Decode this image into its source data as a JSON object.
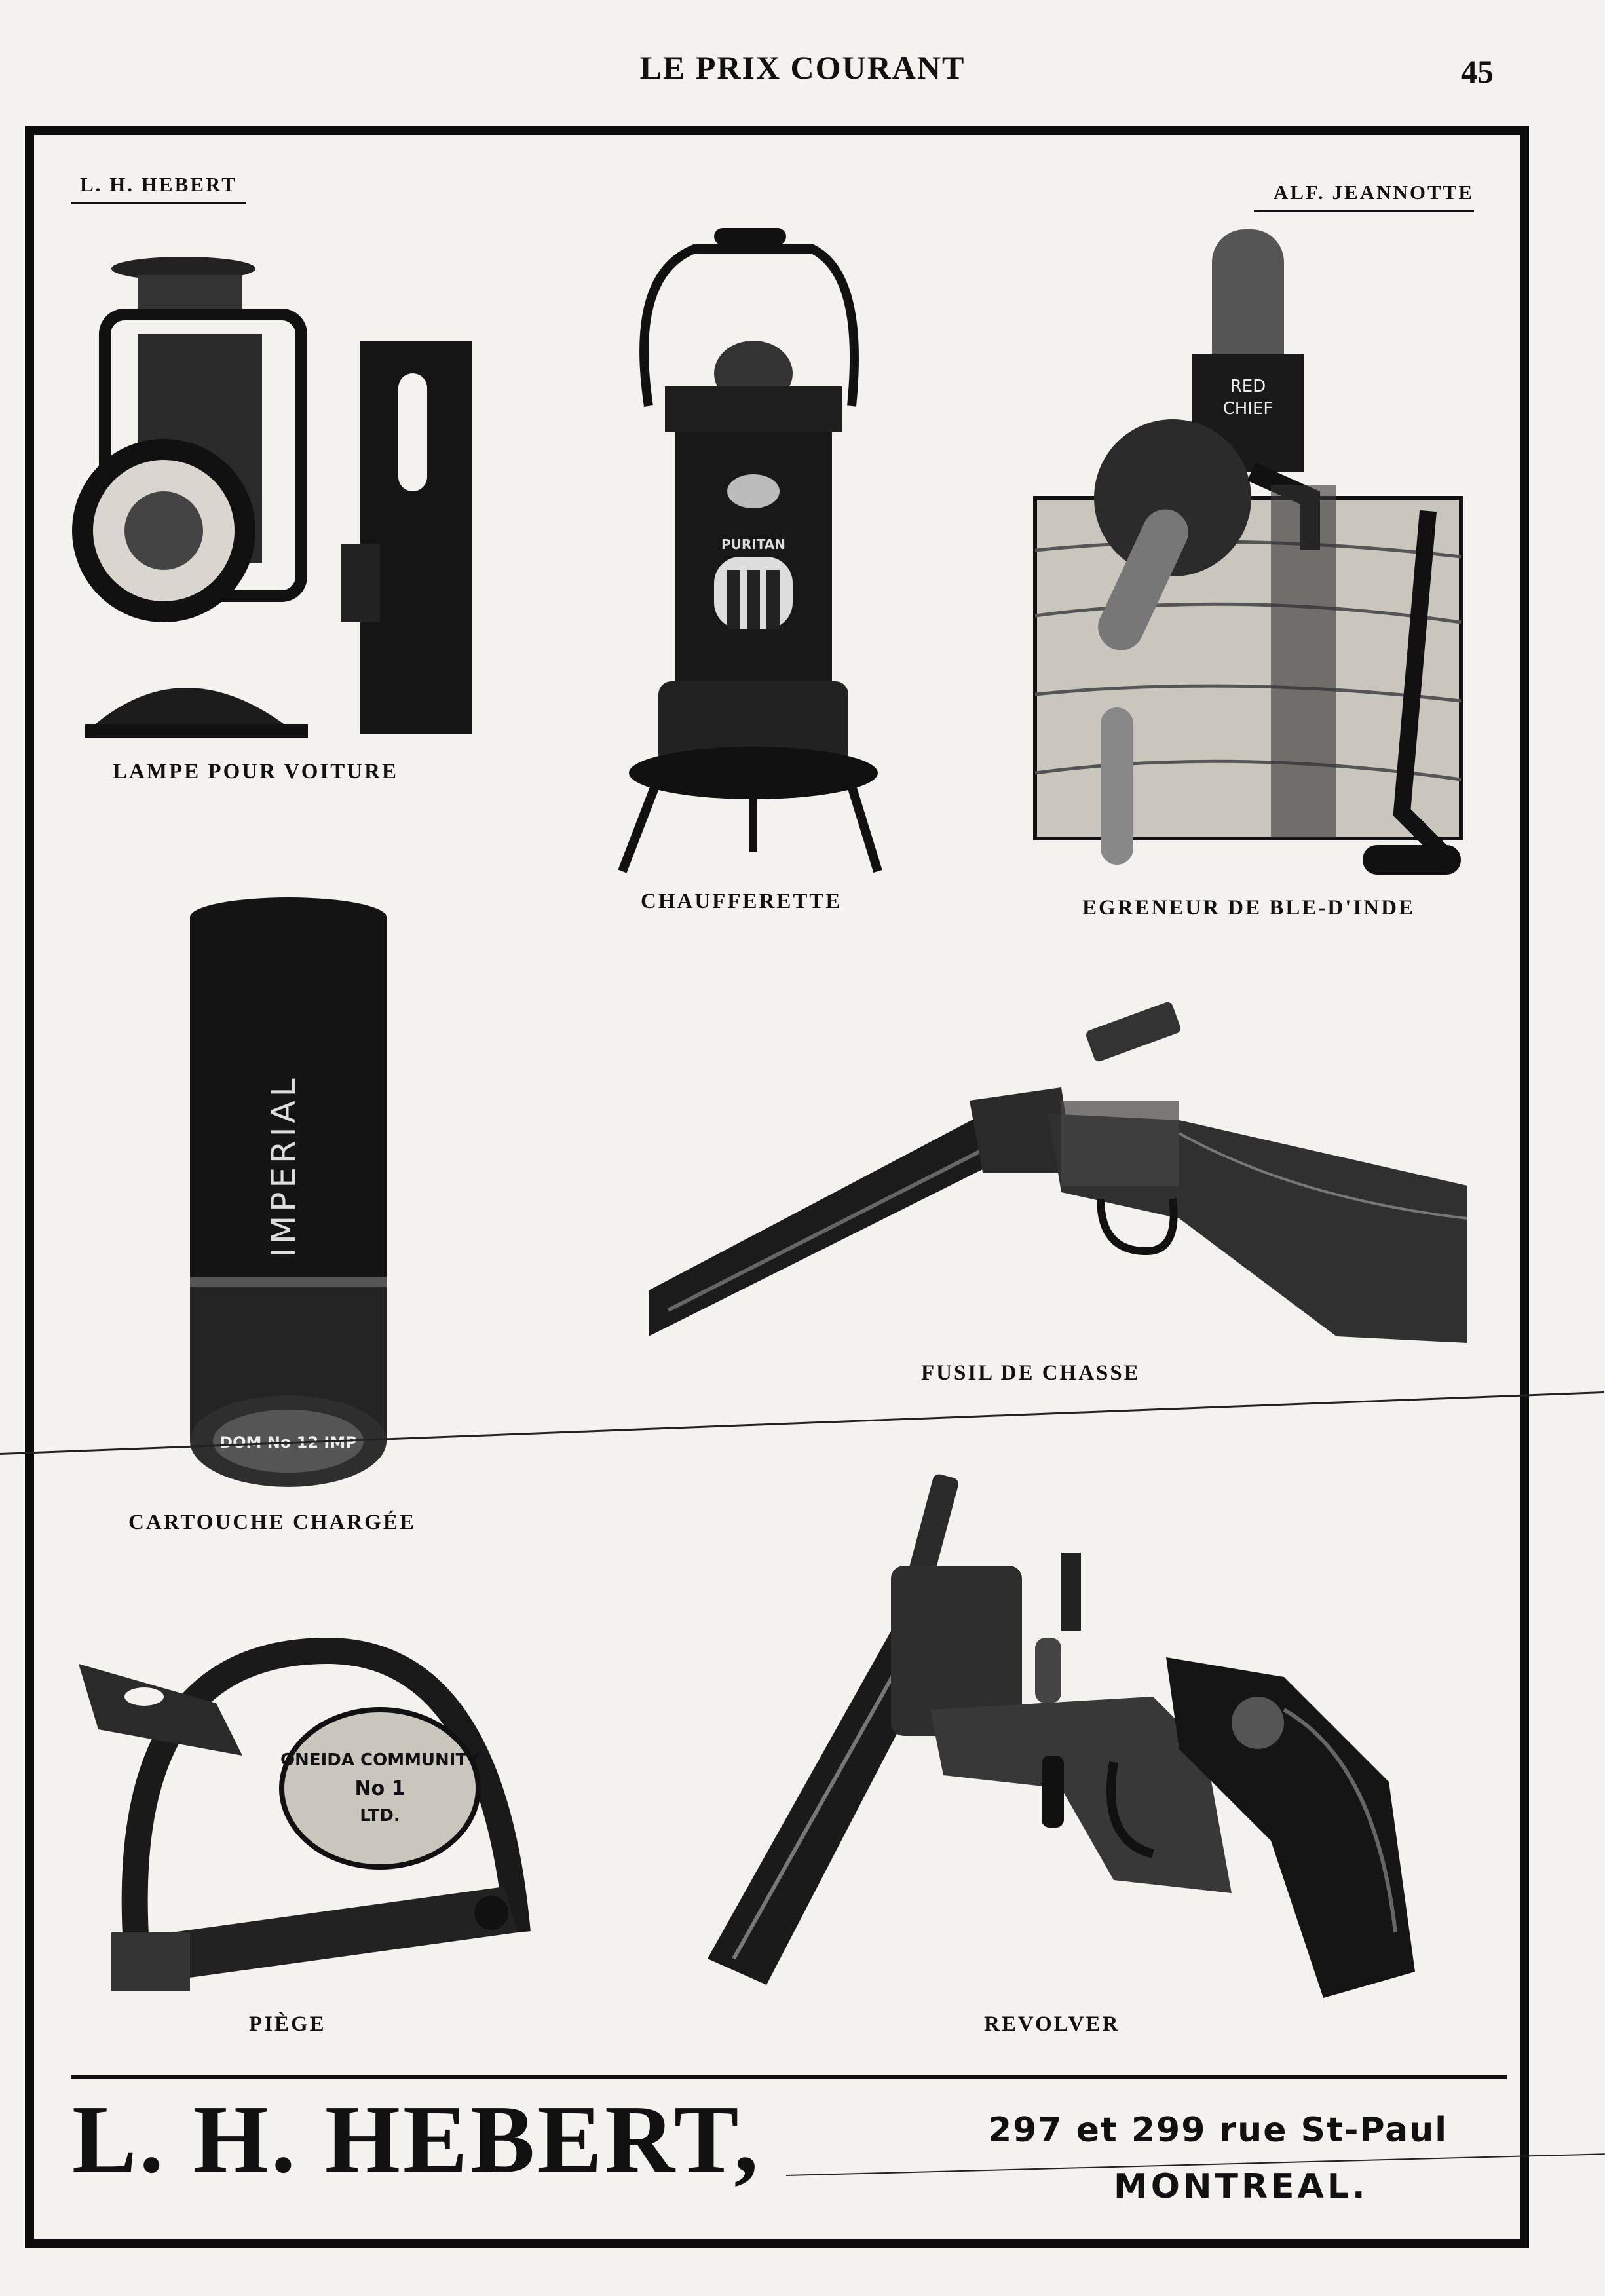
{
  "header": {
    "title": "LE PRIX COURANT",
    "page_number": "45"
  },
  "bylines": {
    "left": "L. H. HEBERT",
    "right": "ALF. JEANNOTTE"
  },
  "items": {
    "lamp": {
      "caption": "LAMPE POUR VOITURE"
    },
    "heater": {
      "caption": "CHAUFFERETTE",
      "badge": "PURITAN"
    },
    "sheller": {
      "caption": "EGRENEUR DE BLE-D'INDE",
      "label_line1": "RED",
      "label_line2": "CHIEF"
    },
    "cartridge": {
      "caption": "CARTOUCHE CHARGÉE",
      "brand": "IMPERIAL",
      "head_stamp": "DOM No 12 IMP"
    },
    "shotgun": {
      "caption": "FUSIL DE CHASSE"
    },
    "trap": {
      "caption": "PIÈGE",
      "plate_line1": "ONEIDA COMMUNITY",
      "plate_line2": "No 1",
      "plate_line3": "LTD."
    },
    "revolver": {
      "caption": "REVOLVER"
    }
  },
  "footer": {
    "name": "L. H. HEBERT,",
    "address_line1": "297 et 299 rue St-Paul",
    "address_line2": "MONTREAL."
  }
}
